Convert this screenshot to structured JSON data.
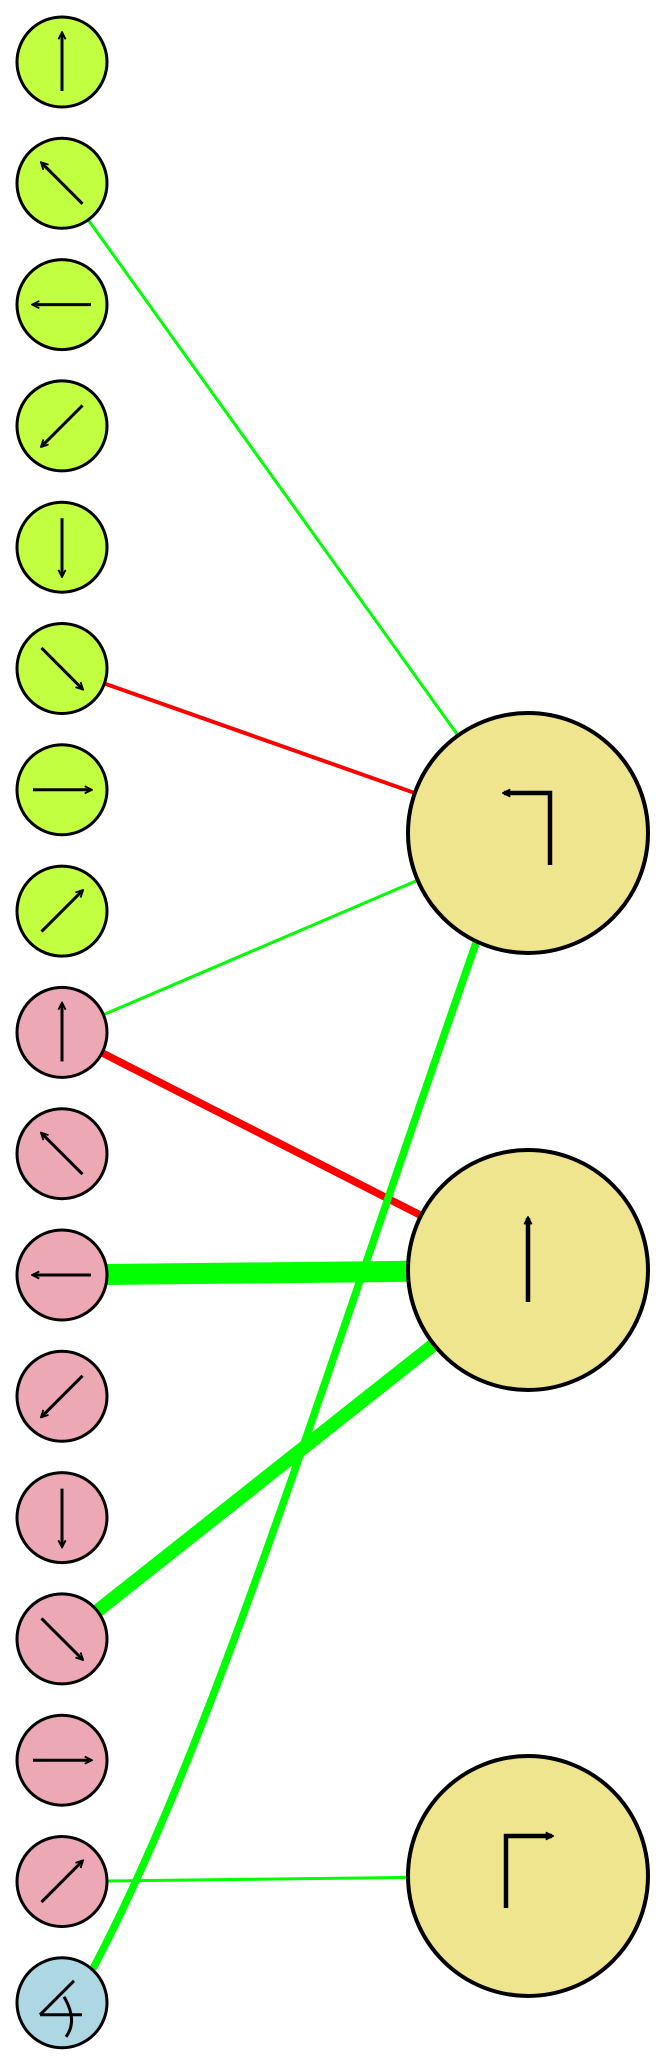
{
  "colors": {
    "background": "#ffffff",
    "input_group_a_fill": "#c2ff40",
    "input_group_b_fill": "#eda8b5",
    "special_input_fill": "#acd7e3",
    "output_fill": "#efe58e",
    "node_stroke": "#000000",
    "glyph_stroke": "#000000",
    "excitatory": "#00ff00",
    "inhibitory": "#ff0000"
  },
  "inputs": [
    {
      "id": "a_up",
      "group": "a",
      "direction": "up",
      "icon": "arrow-up-icon"
    },
    {
      "id": "a_upleft",
      "group": "a",
      "direction": "up-left",
      "icon": "arrow-up-left-icon"
    },
    {
      "id": "a_left",
      "group": "a",
      "direction": "left",
      "icon": "arrow-left-icon"
    },
    {
      "id": "a_downleft",
      "group": "a",
      "direction": "down-left",
      "icon": "arrow-down-left-icon"
    },
    {
      "id": "a_down",
      "group": "a",
      "direction": "down",
      "icon": "arrow-down-icon"
    },
    {
      "id": "a_downright",
      "group": "a",
      "direction": "down-right",
      "icon": "arrow-down-right-icon"
    },
    {
      "id": "a_right",
      "group": "a",
      "direction": "right",
      "icon": "arrow-right-icon"
    },
    {
      "id": "a_upright",
      "group": "a",
      "direction": "up-right",
      "icon": "arrow-up-right-icon"
    },
    {
      "id": "b_up",
      "group": "b",
      "direction": "up",
      "icon": "arrow-up-icon"
    },
    {
      "id": "b_upleft",
      "group": "b",
      "direction": "up-left",
      "icon": "arrow-up-left-icon"
    },
    {
      "id": "b_left",
      "group": "b",
      "direction": "left",
      "icon": "arrow-left-icon"
    },
    {
      "id": "b_downleft",
      "group": "b",
      "direction": "down-left",
      "icon": "arrow-down-left-icon"
    },
    {
      "id": "b_down",
      "group": "b",
      "direction": "down",
      "icon": "arrow-down-icon"
    },
    {
      "id": "b_downright",
      "group": "b",
      "direction": "down-right",
      "icon": "arrow-down-right-icon"
    },
    {
      "id": "b_right",
      "group": "b",
      "direction": "right",
      "icon": "arrow-right-icon"
    },
    {
      "id": "b_upright",
      "group": "b",
      "direction": "up-right",
      "icon": "arrow-up-right-icon"
    },
    {
      "id": "c_angle",
      "group": "c",
      "direction": "angle",
      "icon": "angle-icon"
    }
  ],
  "outputs": [
    {
      "id": "turn_left",
      "icon": "turn-left-icon"
    },
    {
      "id": "straight",
      "icon": "straight-up-icon"
    },
    {
      "id": "turn_right",
      "icon": "turn-right-icon"
    }
  ],
  "connections": [
    {
      "from": "a_upleft",
      "to": "turn_left",
      "sign": "excitatory",
      "weight": 1
    },
    {
      "from": "a_downright",
      "to": "turn_left",
      "sign": "inhibitory",
      "weight": 1.3
    },
    {
      "from": "b_up",
      "to": "turn_left",
      "sign": "excitatory",
      "weight": 1
    },
    {
      "from": "b_up",
      "to": "straight",
      "sign": "inhibitory",
      "weight": 2.5
    },
    {
      "from": "b_left",
      "to": "straight",
      "sign": "excitatory",
      "weight": 7
    },
    {
      "from": "b_downright",
      "to": "straight",
      "sign": "excitatory",
      "weight": 4.5
    },
    {
      "from": "c_angle",
      "to": "turn_left",
      "sign": "excitatory",
      "weight": 2.5
    },
    {
      "from": "b_upright",
      "to": "turn_right",
      "sign": "excitatory",
      "weight": 1
    }
  ]
}
